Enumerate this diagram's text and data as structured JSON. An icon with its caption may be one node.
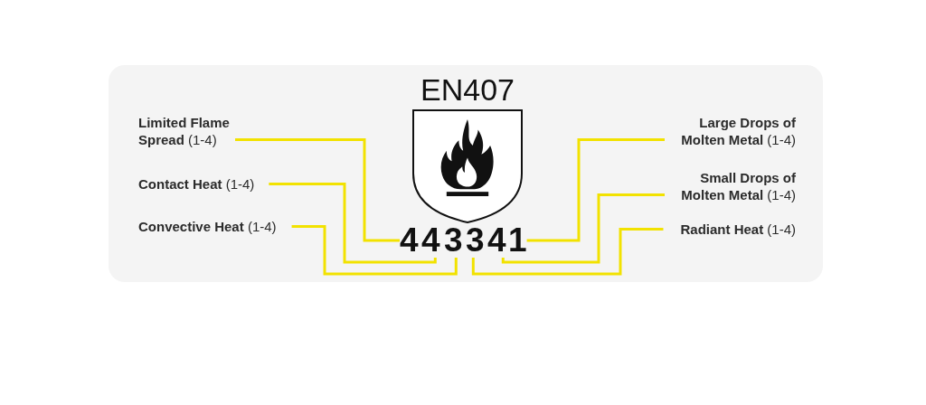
{
  "diagram": {
    "nodes": [
      {
        "text": [
          "EN407"
        ]
      },
      {
        "text": [
          "**Limited Flame Spread** (1-4)"
        ]
      },
      {
        "text": [
          "**Contact Heat** (1-4)"
        ]
      },
      {
        "text": [
          "**Convective Heat** (1-4)"
        ]
      },
      {
        "text": [
          "**Large Drops of Molten Metal** (1-4)"
        ]
      },
      {
        "text": [
          "**Small Drops of Molten Metal** (1-4)"
        ]
      },
      {
        "text": [
          "**Radiant Heat** (1-4)"
        ]
      },
      {
        "text": [
          "4"
        ]
      },
      {
        "text": [
          "4"
        ]
      },
      {
        "text": [
          "3"
        ]
      },
      {
        "text": [
          "3"
        ]
      },
      {
        "text": [
          "4"
        ]
      },
      {
        "text": [
          "1"
        ]
      }
    ],
    "edges": [
      {
        "from": 1,
        "to": 7,
        "arrow": "none"
      },
      {
        "from": 2,
        "to": 8,
        "arrow": "none"
      },
      {
        "from": 3,
        "to": 9,
        "arrow": "none"
      },
      {
        "from": 4,
        "to": 12,
        "arrow": "none"
      },
      {
        "from": 5,
        "to": 11,
        "arrow": "none"
      },
      {
        "from": 6,
        "to": 10,
        "arrow": "none"
      }
    ]
  }
}
